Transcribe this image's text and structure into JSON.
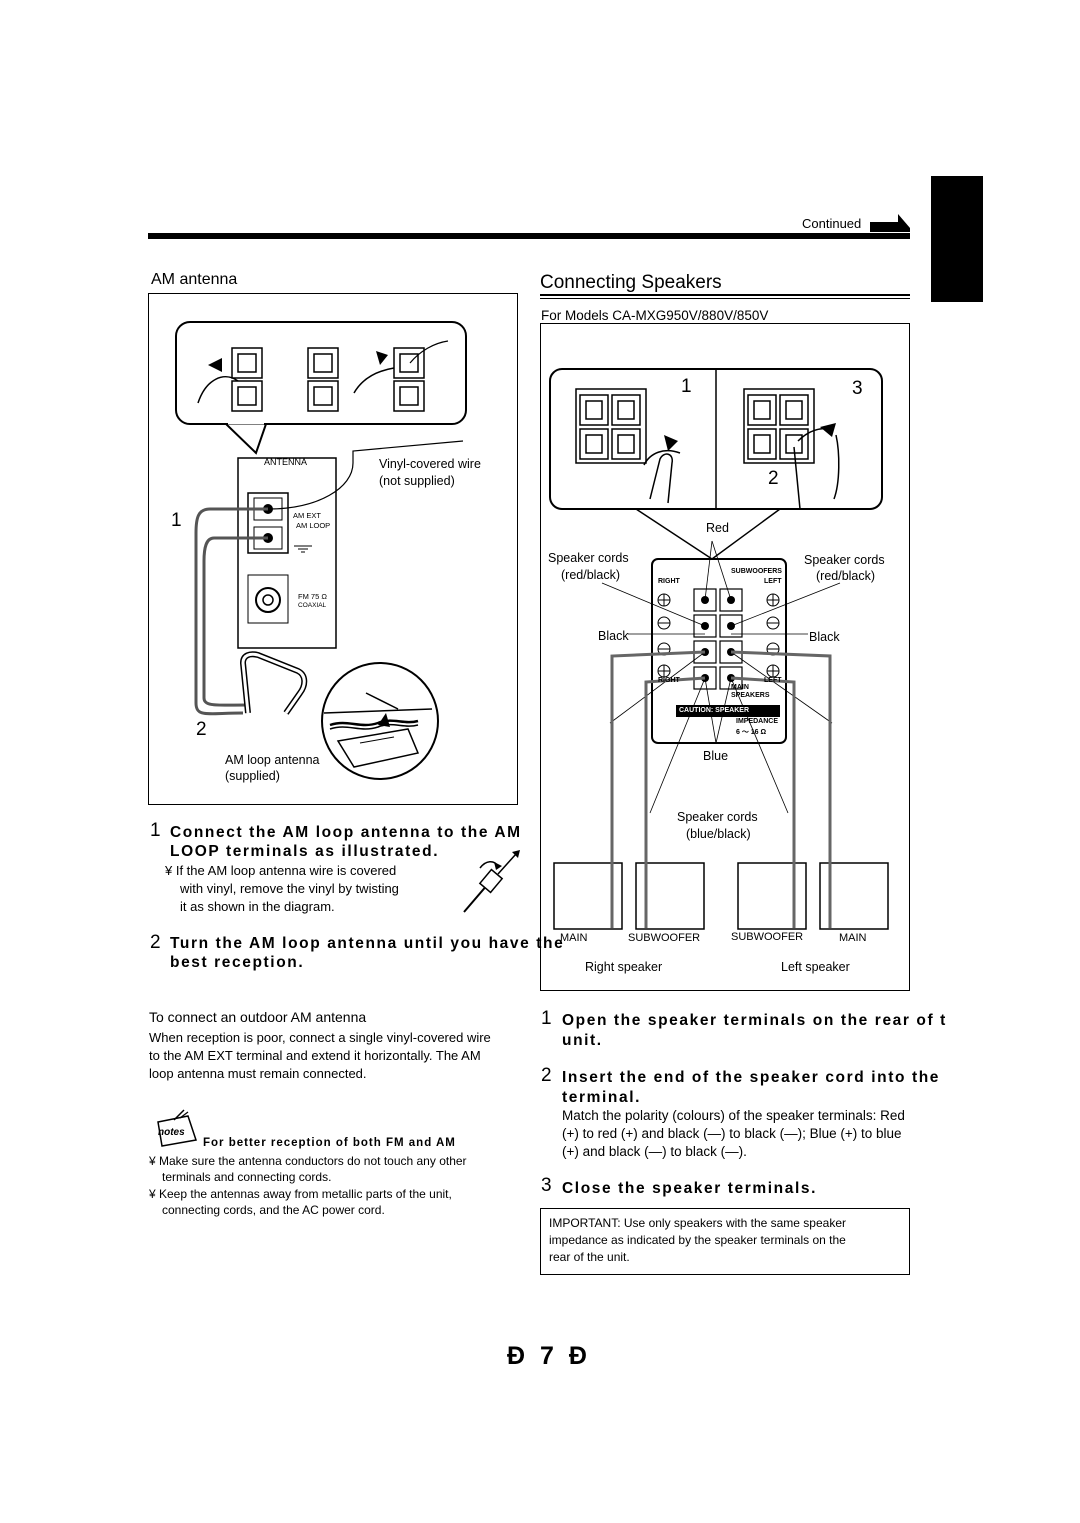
{
  "header": {
    "continued": "Continued"
  },
  "left": {
    "section_title": "AM antenna",
    "diagram": {
      "antenna_label": "ANTENNA",
      "wire_note_1": "Vinyl-covered wire",
      "wire_note_2": "(not supplied)",
      "am_ext": "AM EXT",
      "am_loop": "AM LOOP",
      "fm": "FM 75 Ω",
      "coaxial": "COAXIAL",
      "callout_1": "1",
      "callout_2": "2",
      "loop_label_1": "AM loop antenna",
      "loop_label_2": "(supplied)"
    },
    "steps": [
      {
        "num": "1",
        "title_line1": "Connect the AM loop antenna to the AM",
        "title_line2": "LOOP terminals as illustrated.",
        "note_line1": "¥ If the AM loop antenna wire is covered",
        "note_line2": "with vinyl, remove the vinyl by twisting",
        "note_line3": "it as shown in the diagram."
      },
      {
        "num": "2",
        "title_line1": "Turn the AM loop antenna until you have the",
        "title_line2": "best reception."
      }
    ],
    "outdoor": {
      "title": "To connect an outdoor AM antenna",
      "line1": "When reception is poor, connect a single vinyl-covered wire",
      "line2": "to the AM EXT terminal and extend it horizontally. The AM",
      "line3": "loop antenna must remain connected."
    },
    "notes": {
      "icon_text": "notes",
      "title": "For better reception of both FM and AM",
      "b1_line1": "¥ Make sure the antenna conductors do not touch any other",
      "b1_line2": "terminals and connecting cords.",
      "b2_line1": "¥ Keep the antennas away from metallic parts of the unit,",
      "b2_line2": "connecting cords, and the AC power cord."
    }
  },
  "right": {
    "section_title": "Connecting Speakers",
    "models": "For Models CA-MXG950V/880V/850V",
    "diagram": {
      "n1": "1",
      "n2": "2",
      "n3": "3",
      "red": "Red",
      "cords_left_1": "Speaker cords",
      "cords_left_2": "(red/black)",
      "cords_right_1": "Speaker cords",
      "cords_right_2": "(red/black)",
      "black_left": "Black",
      "black_right": "Black",
      "blue": "Blue",
      "cords_blue_1": "Speaker cords",
      "cords_blue_2": "(blue/black)",
      "panel_right_top": "RIGHT",
      "panel_subwoofers": "SUBWOOFERS",
      "panel_left_top": "LEFT",
      "panel_right_bottom": "RIGHT",
      "panel_left_bottom": "LEFT",
      "panel_main": "MAIN",
      "panel_speakers": "SPEAKERS",
      "panel_caution": "CAUTION: SPEAKER",
      "panel_impedance": "IMPEDANCE",
      "panel_ohms": "6 〜 16 Ω",
      "spk_main_left": "MAIN",
      "spk_sub_left": "SUBWOOFER",
      "spk_sub_right": "SUBWOOFER",
      "spk_main_right": "MAIN",
      "right_speaker": "Right speaker",
      "left_speaker": "Left speaker"
    },
    "steps": [
      {
        "num": "1",
        "line1": "Open the speaker terminals on the rear of t",
        "line2": "unit."
      },
      {
        "num": "2",
        "line1": "Insert the end of the speaker cord into the",
        "line2": "terminal.",
        "body1": "Match the polarity (colours) of the speaker terminals: Red",
        "body2": "(+) to red (+) and black (—) to black (—); Blue (+) to blue",
        "body3": "(+) and black (—) to black (—)."
      },
      {
        "num": "3",
        "line1": "Close the speaker terminals."
      }
    ],
    "important": {
      "line1": "IMPORTANT: Use only speakers with the same speaker",
      "line2": "impedance as indicated by the speaker terminals on the",
      "line3": "rear of the unit."
    }
  },
  "footer": {
    "page": "Ð 7 Ð"
  }
}
